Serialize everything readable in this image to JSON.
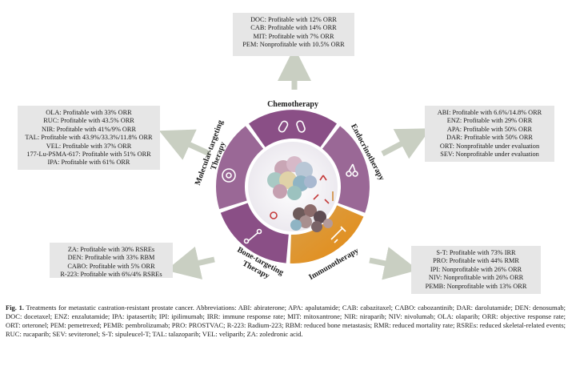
{
  "center_title": "",
  "segments": {
    "chemotherapy": "Chemotherapy",
    "endocrinotherapy": "Endocrinotherapy",
    "immunotherapy": "Immunotherapy",
    "bone_targeting_1": "Bone-targeting",
    "bone_targeting_2": "Therapy",
    "molecular_targeting_1": "Molecular-targeting",
    "molecular_targeting_2": "Therapy"
  },
  "boxes": {
    "chemotherapy": [
      "DOC: Profitable with 12% ORR",
      "CAB: Profitable with 14% ORR",
      "MIT: Profitable with 7% ORR",
      "PEM: Nonprofitable with 10.5% ORR"
    ],
    "molecular_targeting": [
      "OLA: Profitable with 33% ORR",
      "RUC: Profitable with 43.5% ORR",
      "NIR: Profitable with 41%/9% ORR",
      "TAL: Profitable with 43.9%/33.3%/11.8% ORR",
      "VEL: Profitable with 37% ORR",
      "177-Lu-PSMA-617: Profitable with 51% ORR",
      "IPA: Profitable with 61% ORR"
    ],
    "endocrinotherapy": [
      "ABI: Profitable with 6.6%/14.8% ORR",
      "ENZ: Profitable with 29% ORR",
      "APA: Profitable with 50% ORR",
      "DAR: Profitable with 50% ORR",
      "ORT: Nonprofitable under evaluation",
      "SEV: Nonprofitable under evaluation"
    ],
    "bone_targeting": [
      "ZA: Profitable with 30% RSREs",
      "DEN: Profitable with 33% RBM",
      "CABO: Profitable with 5% ORR",
      "R-223: Profitable with 6%/4% RSREs"
    ],
    "immunotherapy": [
      "S-T: Profitable with 73% IRR",
      "PRO: Profitable with 44% RMR",
      "IPI: Nonprofitable with 26% ORR",
      "NIV: Nonprofitable with 26% ORR",
      "PEMB: Nonprofitable with 13% ORR"
    ]
  },
  "caption": {
    "label": "Fig. 1.",
    "text": "Treatments for metastatic castration-resistant prostate cancer. Abbreviations: ABI: abiraterone; APA: apalutamide; CAB: cabazitaxel; CABO: cabozantinib; DAR: darolutamide; DEN: denosumab; DOC: docetaxel; ENZ: enzalutamide; IPA: ipatasertib; IPI: ipilimumab; IRR: immune response rate; MIT: mitoxantrone; NIR: niraparib; NIV: nivolumab; OLA: olaparib; ORR: objective response rate; ORT: orteronel; PEM: pemetrexed; PEMB: pembrolizumab; PRO: PROSTVAC; R-223: Radium-223; RBM: reduced bone metastasis; RMR: reduced mortality rate; RSREs: reduced skeletal-related events; RUC: rucaparib; SEV: seviteronel; S-T: sipuleucel-T; TAL: talazoparib; VEL: veliparib; ZA: zoledronic acid."
  },
  "colors": {
    "segment_purple": "#8a4f86",
    "segment_purple_light": "#9a6896",
    "segment_orange": "#e08a1e",
    "arrow_gray": "#c9cfc2",
    "box_bg": "#e6e6e6",
    "icon_red": "#c43a3a"
  }
}
